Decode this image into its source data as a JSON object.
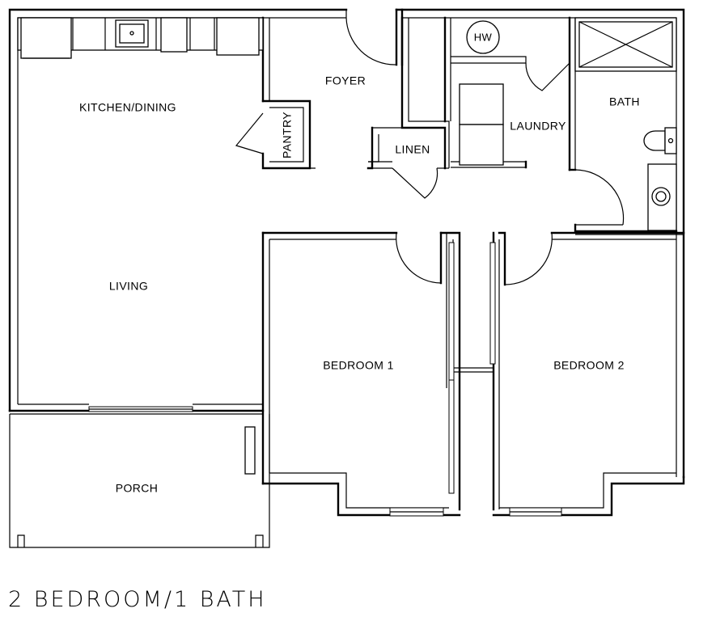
{
  "plan_title": "2 BEDROOM/1 BATH",
  "rooms": {
    "kitchen_dining": "KITCHEN/DINING",
    "foyer": "FOYER",
    "pantry": "PANTRY",
    "linen": "LINEN",
    "laundry": "LAUNDRY",
    "bath": "BATH",
    "living": "LIVING",
    "bedroom1": "BEDROOM 1",
    "bedroom2": "BEDROOM 2",
    "porch": "PORCH"
  },
  "fixtures": {
    "water_heater": "HW"
  }
}
